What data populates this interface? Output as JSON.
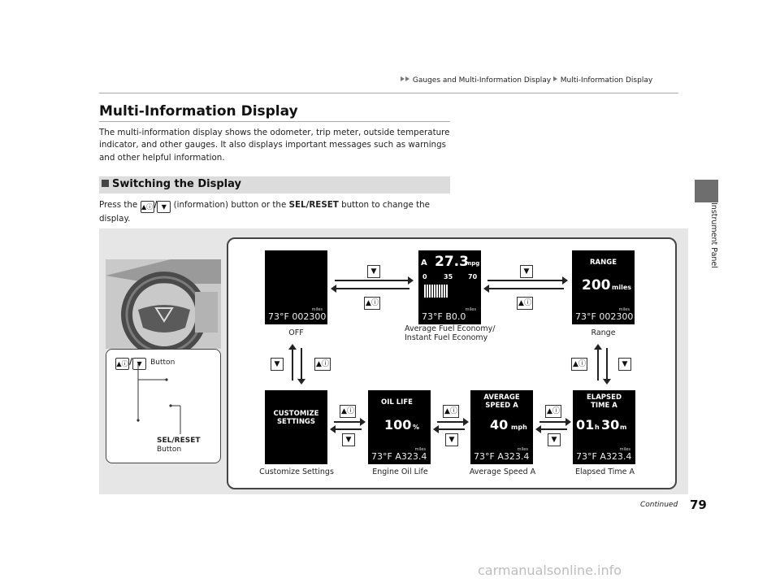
{
  "breadcrumb": {
    "part1": "Gauges and Multi-Information Display",
    "part2": "Multi-Information Display"
  },
  "side_tab": {
    "label": "Instrument Panel"
  },
  "heading": "Multi-Information Display",
  "intro": "The multi-information display shows the odometer, trip meter, outside temperature indicator, and other gauges. It also displays important messages such as warnings and other helpful information.",
  "section": {
    "title": "Switching the Display"
  },
  "instruction": {
    "prefix": "Press the",
    "middle": "(information) button or the",
    "button_name": "SEL/RESET",
    "suffix": "button to change the display."
  },
  "keys": {
    "info": "▲ⓘ",
    "slash": "/",
    "down": "▼"
  },
  "callouts": {
    "info_button": "Button",
    "sel_reset_line1": "SEL/RESET",
    "sel_reset_line2": "Button"
  },
  "screens": {
    "off": {
      "label": "OFF",
      "temp": "73°F",
      "odo": "002300",
      "unit": "miles"
    },
    "fuel": {
      "label_line1": "Average Fuel Economy/",
      "label_line2": "Instant Fuel Economy",
      "mode": "A",
      "avg": "27.3",
      "avg_unit": "mpg",
      "scale_0": "0",
      "scale_35": "35",
      "scale_70": "70",
      "temp": "73°F",
      "trip": "B0.0",
      "unit": "miles"
    },
    "range": {
      "label": "Range",
      "header": "RANGE",
      "value": "200",
      "value_unit": "miles",
      "temp": "73°F",
      "odo": "002300",
      "unit": "miles"
    },
    "customize": {
      "label": "Customize Settings",
      "header_line1": "CUSTOMIZE",
      "header_line2": "SETTINGS"
    },
    "oil": {
      "label": "Engine Oil Life",
      "header": "OIL LIFE",
      "value": "100",
      "value_unit": "%",
      "temp": "73°F",
      "trip": "A323.4",
      "unit": "miles"
    },
    "speed": {
      "label": "Average Speed A",
      "header_line1": "AVERAGE",
      "header_line2": "SPEED A",
      "value": "40",
      "value_unit": "mph",
      "temp": "73°F",
      "trip": "A323.4",
      "unit": "miles"
    },
    "elapsed": {
      "label": "Elapsed Time A",
      "header_line1": "ELAPSED",
      "header_line2": "TIME A",
      "hours": "01",
      "h_unit": "h",
      "minutes": "30",
      "m_unit": "m",
      "temp": "73°F",
      "trip": "A323.4",
      "unit": "miles"
    }
  },
  "footer": {
    "continued": "Continued",
    "page_number": "79"
  },
  "watermark": "carmanualsonline.info"
}
